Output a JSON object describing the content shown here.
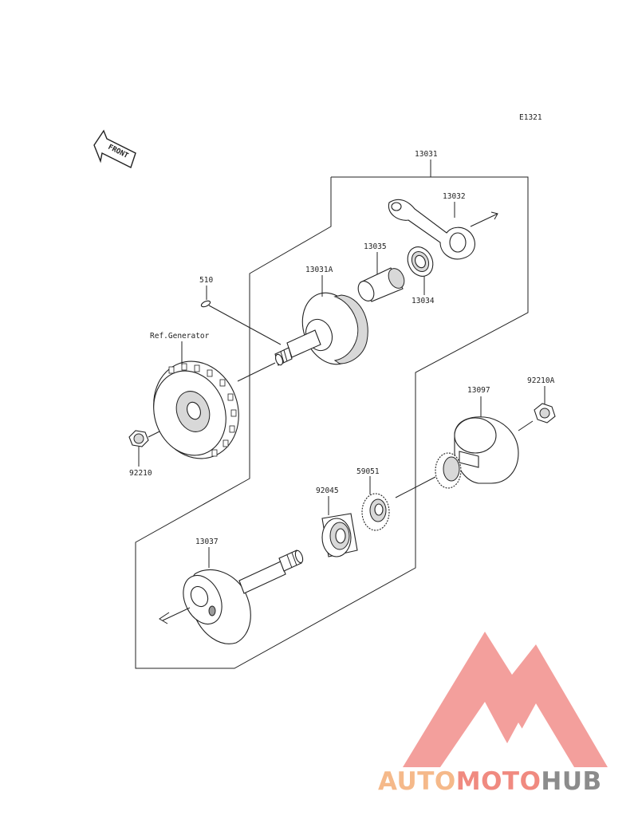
{
  "diagram_code": "E1321",
  "front_label": "FRONT",
  "parts": {
    "p13031": "13031",
    "p13032": "13032",
    "p13035": "13035",
    "p13034": "13034",
    "p13031A": "13031A",
    "p510": "510",
    "ref_generator": "Ref.Generator",
    "p92210": "92210",
    "p13097": "13097",
    "p92210A": "92210A",
    "p59051": "59051",
    "p92045": "92045",
    "p13037": "13037"
  },
  "watermark": {
    "part1": "AUTO",
    "part2": "MOTO",
    "part3": "HUB",
    "color1": "#f5b98a",
    "color2": "#f08a80",
    "color3": "#8c8c8c",
    "logo_color": "#f28f8b"
  }
}
